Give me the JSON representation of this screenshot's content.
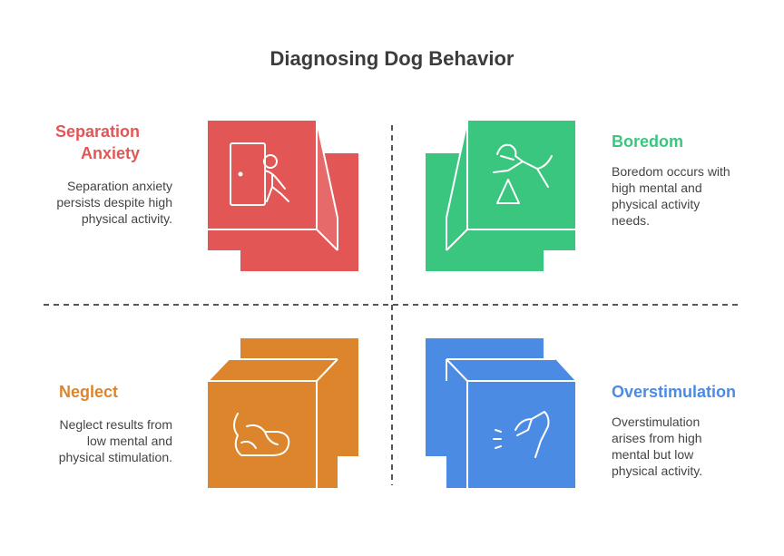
{
  "title": "Diagnosing Dog Behavior",
  "colors": {
    "red": "#e35656",
    "green": "#3bc67f",
    "orange": "#dc852d",
    "blue": "#4c8be3"
  },
  "quadrants": [
    {
      "label_line1": "Separation",
      "label_line2": "Anxiety",
      "desc_lines": [
        "Separation anxiety",
        "persists despite high",
        "physical activity."
      ],
      "icon": "door-person-icon"
    },
    {
      "label": "Boredom",
      "desc_lines": [
        "Boredom occurs with",
        "high mental and",
        "physical activity",
        "needs."
      ],
      "icon": "dog-jumping-icon"
    },
    {
      "label": "Neglect",
      "desc_lines": [
        "Neglect results from",
        "low mental and",
        "physical stimulation."
      ],
      "icon": "sleeping-dog-icon"
    },
    {
      "label": "Overstimulation",
      "desc_lines": [
        "Overstimulation",
        "arises from high",
        "mental but low",
        "physical activity."
      ],
      "icon": "barking-dog-icon"
    }
  ]
}
